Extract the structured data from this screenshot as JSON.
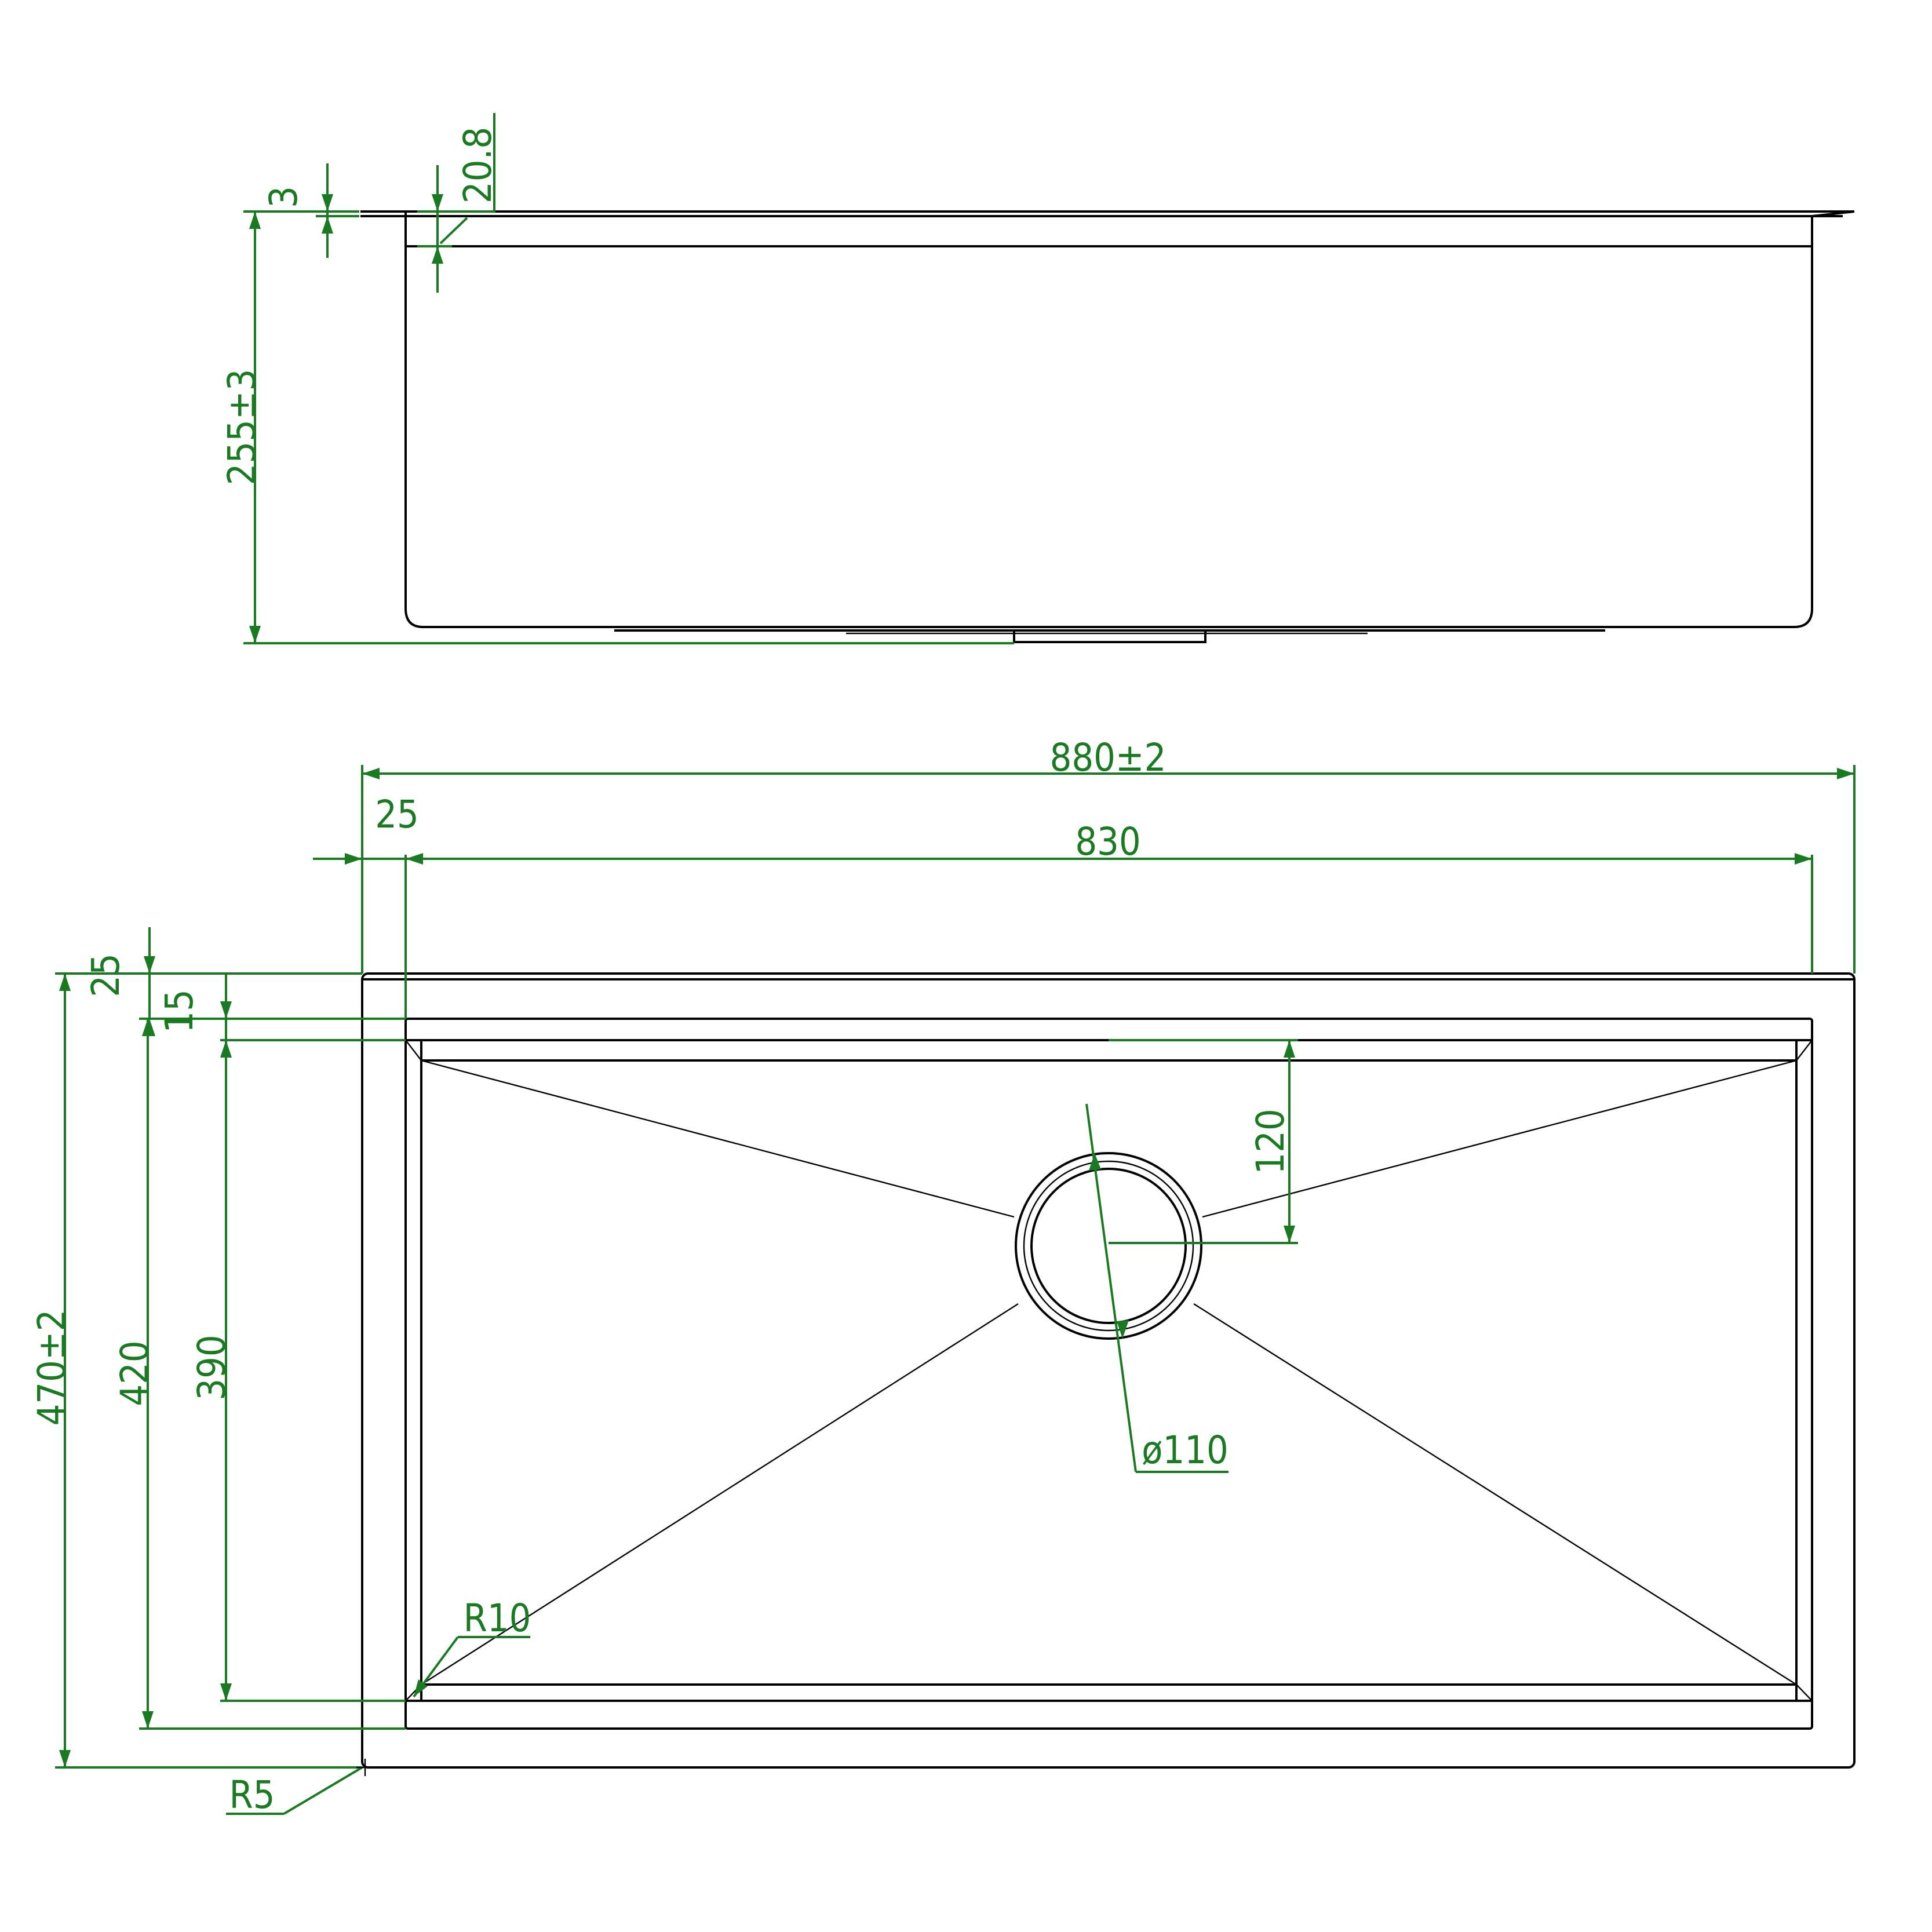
{
  "colors": {
    "outline": "#000000",
    "dimension": "#1a7a22",
    "background": "#ffffff"
  },
  "side_view": {
    "thickness_label": "3",
    "rim_label": "20.8",
    "depth_label": "255±3"
  },
  "top_view": {
    "overall_width_label": "880±2",
    "flange_label": "25",
    "inner_width_label": "830",
    "top_flange_label": "25",
    "step_label": "15",
    "overall_depth_label": "470±2",
    "inner_depth_label": "420",
    "bottom_depth_label": "390",
    "drain_offset_label": "120",
    "drain_diameter_label": "ø110",
    "inner_radius_label": "R10",
    "outer_radius_label": "R5"
  }
}
